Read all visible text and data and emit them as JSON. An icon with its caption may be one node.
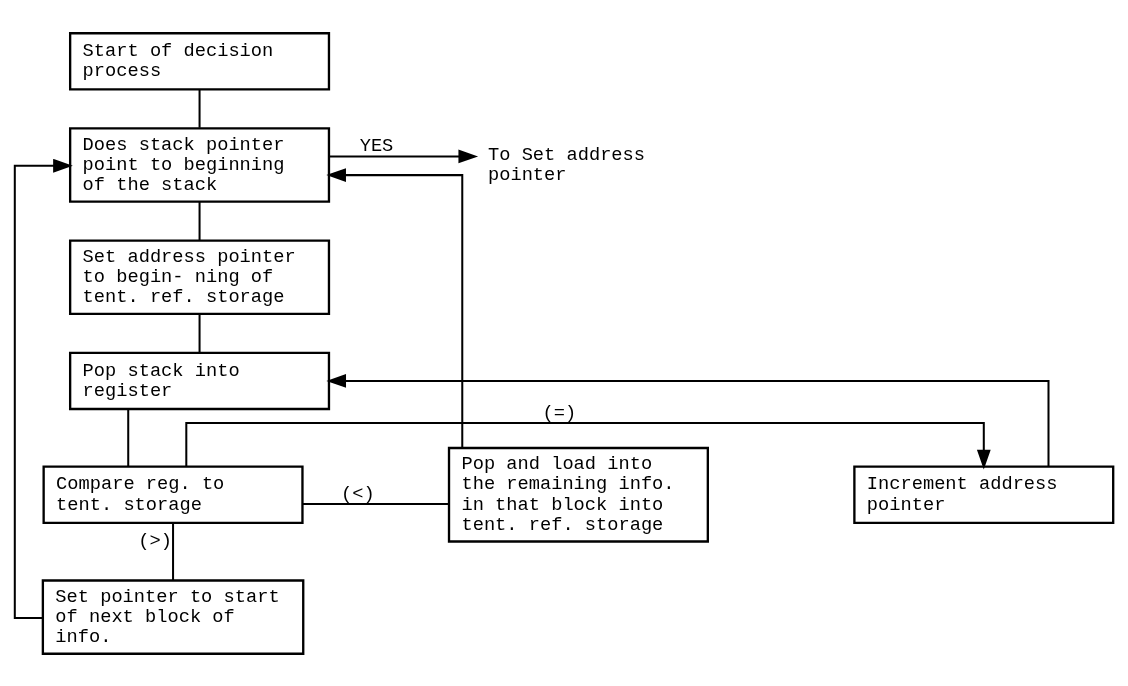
{
  "diagram": {
    "nodes": [
      {
        "text": [
          "Start of decision process"
        ]
      },
      {
        "text": [
          "Does stack pointer point to beginning of the stack"
        ]
      },
      {
        "text": [
          "To Set address pointer"
        ]
      },
      {
        "text": [
          "Set address pointer to begin- ning of tent. ref. storage"
        ]
      },
      {
        "text": [
          "Pop stack into register"
        ]
      },
      {
        "text": [
          "Compare reg. to tent. storage"
        ]
      },
      {
        "text": [
          "Increment address pointer"
        ]
      },
      {
        "text": [
          "Pop and load into the remaining info. in that block into tent. ref. storage"
        ]
      },
      {
        "text": [
          "Set pointer to start of next block of info."
        ]
      }
    ],
    "edges": [
      {
        "from": 0,
        "to": 1,
        "arrow": "none"
      },
      {
        "from": 1,
        "to": 2,
        "arrow": "to",
        "label": "YES"
      },
      {
        "from": 1,
        "to": 3,
        "arrow": "none"
      },
      {
        "from": 3,
        "to": 4,
        "arrow": "none"
      },
      {
        "from": 6,
        "to": 4,
        "arrow": "to"
      },
      {
        "from": 4,
        "to": 5,
        "arrow": "none"
      },
      {
        "from": 5,
        "to": 6,
        "arrow": "to",
        "label": "(=)"
      },
      {
        "from": 5,
        "to": 7,
        "arrow": "none",
        "label": "(<)"
      },
      {
        "from": 5,
        "to": 8,
        "arrow": "none",
        "label": "(>)"
      },
      {
        "from": 8,
        "to": 1,
        "arrow": "to"
      },
      {
        "from": 7,
        "to": 1,
        "arrow": "to"
      }
    ]
  }
}
